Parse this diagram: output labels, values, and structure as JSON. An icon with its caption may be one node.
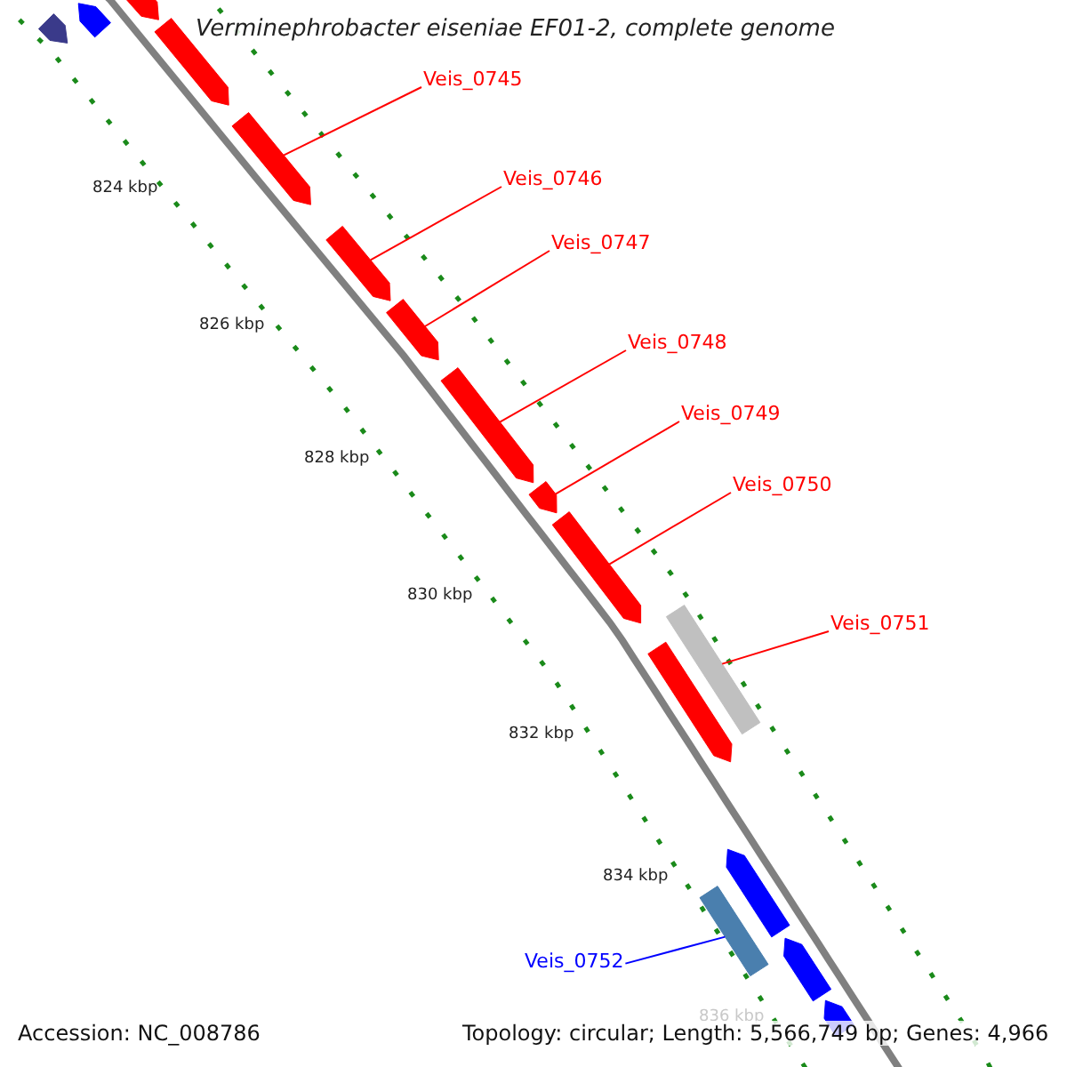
{
  "diagram": {
    "title": "Verminephrobacter eiseniae EF01-2, complete genome",
    "nodes": [
      {
        "text": [
          "Veis_0745"
        ]
      },
      {
        "text": [
          "Veis_0746"
        ]
      },
      {
        "text": [
          "Veis_0747"
        ]
      },
      {
        "text": [
          "Veis_0748"
        ]
      },
      {
        "text": [
          "Veis_0749"
        ]
      },
      {
        "text": [
          "Veis_0750"
        ]
      },
      {
        "text": [
          "Veis_0751"
        ]
      },
      {
        "text": [
          "Veis_0752"
        ]
      },
      {
        "text": [],
        "shape": "bar"
      },
      {
        "text": [],
        "shape": "bar"
      },
      {
        "text": [],
        "shape": "bar"
      },
      {
        "text": [],
        "shape": "bar"
      },
      {
        "text": [],
        "shape": "bar"
      },
      {
        "text": [],
        "shape": "bar"
      },
      {
        "text": [],
        "shape": "bar"
      },
      {
        "text": [],
        "shape": "bar"
      },
      {
        "text": [],
        "shape": "bar"
      },
      {
        "text": [],
        "shape": "bar"
      },
      {
        "text": [],
        "shape": "bar"
      },
      {
        "text": [],
        "shape": "bar"
      },
      {
        "text": [],
        "shape": "bar"
      },
      {
        "text": [],
        "shape": "bar"
      },
      {
        "text": [],
        "shape": "bar"
      },
      {
        "text": [],
        "shape": "bar"
      }
    ],
    "edges": [
      {
        "from": 0,
        "to": 12,
        "arrow": "none"
      },
      {
        "from": 1,
        "to": 13,
        "arrow": "none"
      },
      {
        "from": 2,
        "to": 14,
        "arrow": "none"
      },
      {
        "from": 3,
        "to": 15,
        "arrow": "none"
      },
      {
        "from": 4,
        "to": 16,
        "arrow": "none"
      },
      {
        "from": 5,
        "to": 17,
        "arrow": "none"
      },
      {
        "from": 6,
        "to": 18,
        "arrow": "none"
      },
      {
        "from": 7,
        "to": 21,
        "arrow": "none",
        "color": "#0000ff"
      }
    ],
    "labels": [
      "824 kbp",
      "826 kbp",
      "828 kbp",
      "830 kbp",
      "832 kbp",
      "834 kbp",
      "836 kbp",
      "Accession: NC_008786",
      "Topology: circular; Length: 5,566,749 bp; Genes: 4,966"
    ]
  }
}
